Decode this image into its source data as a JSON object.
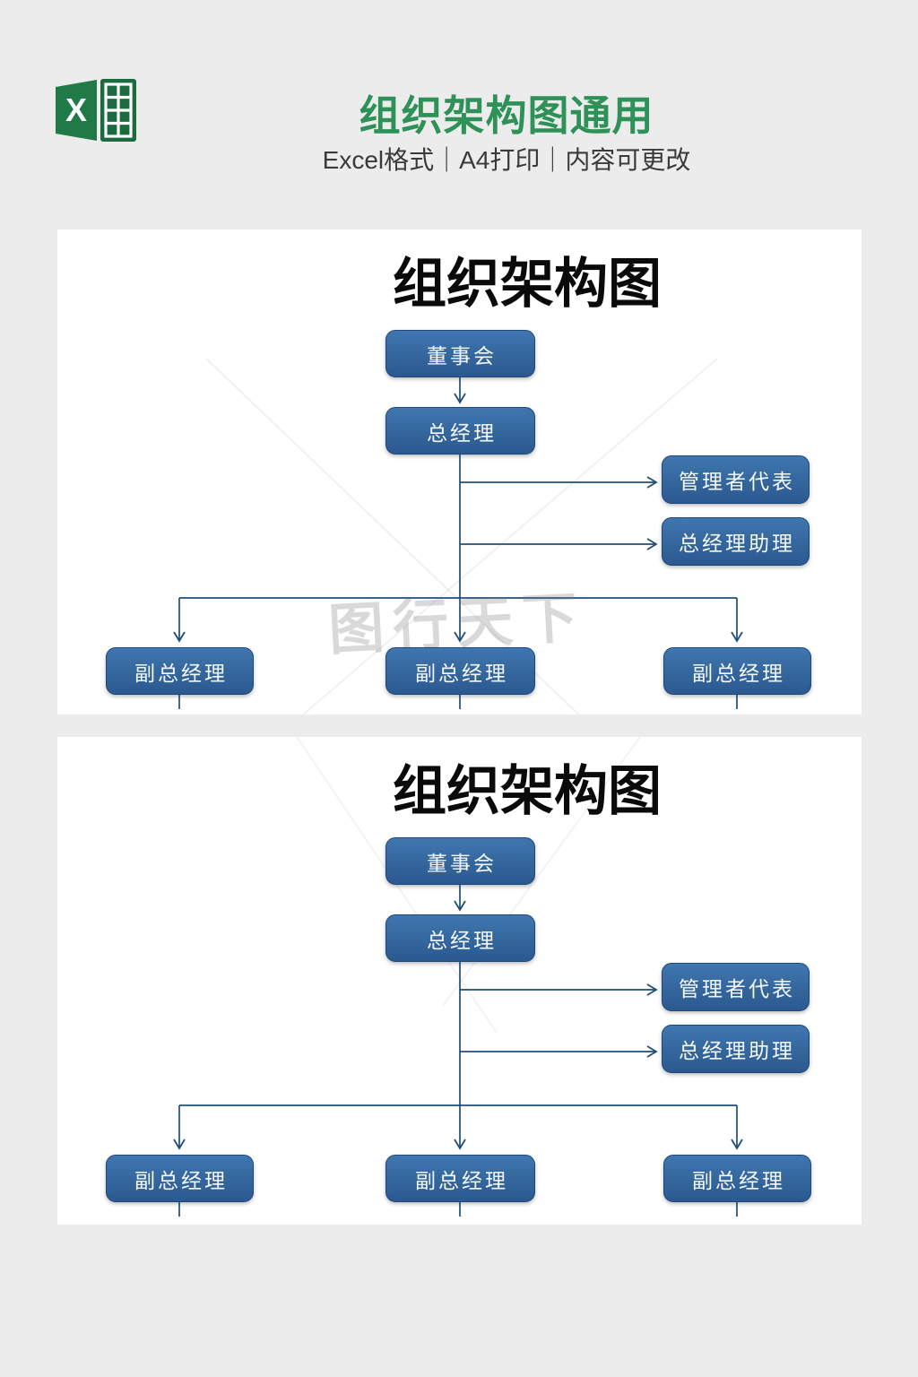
{
  "header": {
    "title": "组织架构图通用",
    "subtitle": "Excel格式｜A4打印｜内容可更改",
    "excel_badge_letter": "X"
  },
  "colors": {
    "page_background": "#ececec",
    "panel_background": "#ffffff",
    "header_title_green": "#2E9158",
    "subtitle_gray": "#3a3a3a",
    "excel_icon_cover_green": "#1F7A48",
    "excel_icon_sheet_green": "#1C6B40",
    "node_fill_top": "#4076B1",
    "node_fill_bottom": "#2A5990",
    "node_border": "#1E4877",
    "node_text": "#f5f8fc",
    "connector_navy": "#1F4E79",
    "chart_title_black": "#0a0a0a",
    "watermark_gray": "#787878"
  },
  "charts": [
    {
      "title": "组织架构图",
      "watermark": "图行天下",
      "nodes": {
        "board": "董事会",
        "gm": "总经理",
        "rep": "管理者代表",
        "assistant": "总经理助理",
        "deputy1": "副总经理",
        "deputy2": "副总经理",
        "deputy3": "副总经理"
      }
    },
    {
      "title": "组织架构图",
      "watermark": "",
      "nodes": {
        "board": "董事会",
        "gm": "总经理",
        "rep": "管理者代表",
        "assistant": "总经理助理",
        "deputy1": "副总经理",
        "deputy2": "副总经理",
        "deputy3": "副总经理"
      }
    }
  ]
}
